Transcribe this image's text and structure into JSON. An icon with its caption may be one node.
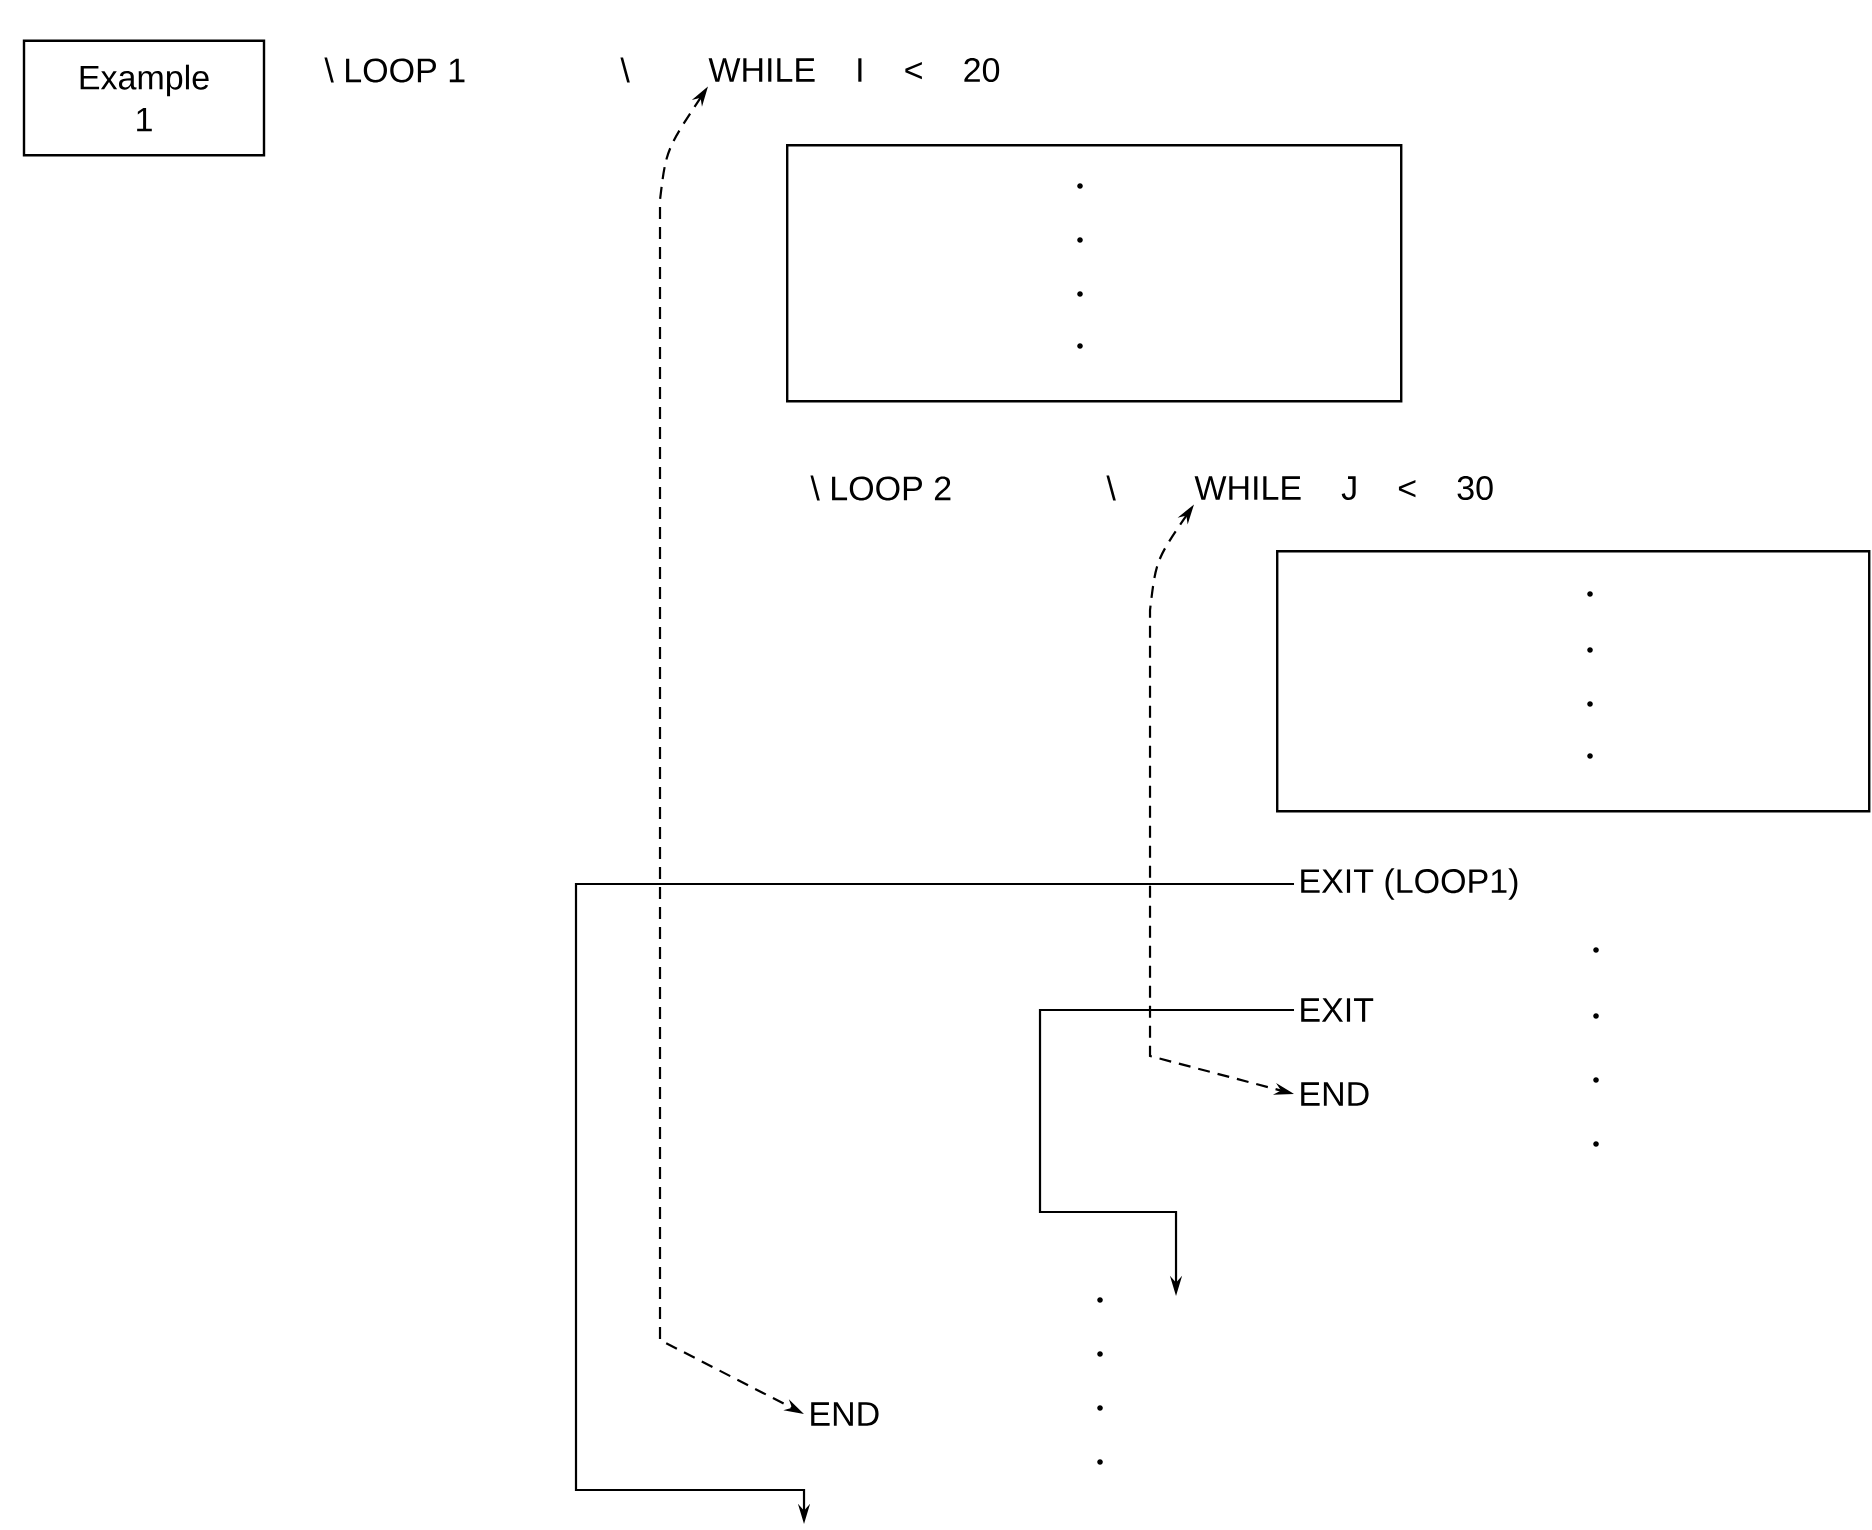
{
  "diagram": {
    "nodes": [
      {
        "text": [
          "Example 1"
        ]
      },
      {
        "text": [
          "WHILE I < 20"
        ]
      },
      {
        "text": [],
        "shape": "box"
      },
      {
        "text": [
          "WHILE J < 30"
        ]
      },
      {
        "text": [],
        "shape": "box"
      },
      {
        "text": [
          "EXIT (LOOP1)"
        ]
      },
      {
        "text": [
          "EXIT"
        ]
      },
      {
        "text": [
          "END"
        ]
      },
      {
        "text": [
          "END"
        ]
      }
    ],
    "edges": [
      {
        "from": 1,
        "to": 8,
        "arrow": "both",
        "style": "dashed"
      },
      {
        "from": 3,
        "to": 7,
        "arrow": "both",
        "style": "dashed"
      },
      {
        "from": 5,
        "to": null,
        "arrow": "to"
      },
      {
        "from": 6,
        "to": null,
        "arrow": "to"
      }
    ],
    "labels": [
      "\\ LOOP 1",
      "\\",
      "\\ LOOP 2",
      "\\"
    ]
  }
}
